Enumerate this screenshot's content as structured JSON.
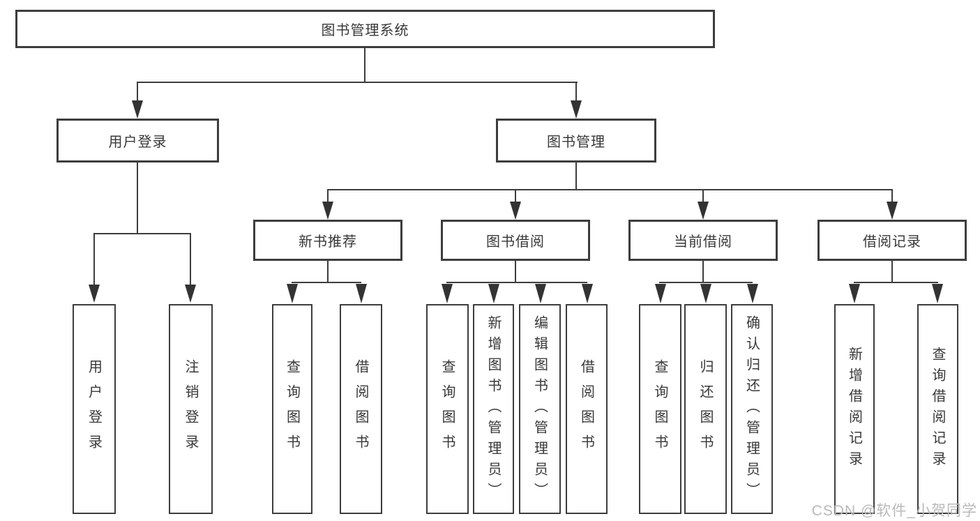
{
  "tree": {
    "root": "图书管理系统",
    "branches": [
      {
        "label": "用户登录",
        "children": [
          "用户登录",
          "注销登录"
        ]
      },
      {
        "label": "图书管理",
        "groups": [
          {
            "label": "新书推荐",
            "children": [
              "查询图书",
              "借阅图书"
            ]
          },
          {
            "label": "图书借阅",
            "children": [
              "查询图书",
              "新增图书（管理员）",
              "编辑图书（管理员）",
              "借阅图书"
            ]
          },
          {
            "label": "当前借阅",
            "children": [
              "查询图书",
              "归还图书",
              "确认归还（管理员）"
            ]
          },
          {
            "label": "借阅记录",
            "children": [
              "新增借阅记录",
              "查询借阅记录"
            ]
          }
        ]
      }
    ]
  },
  "watermark": {
    "text": "CSDN @软件_小贺同学"
  }
}
